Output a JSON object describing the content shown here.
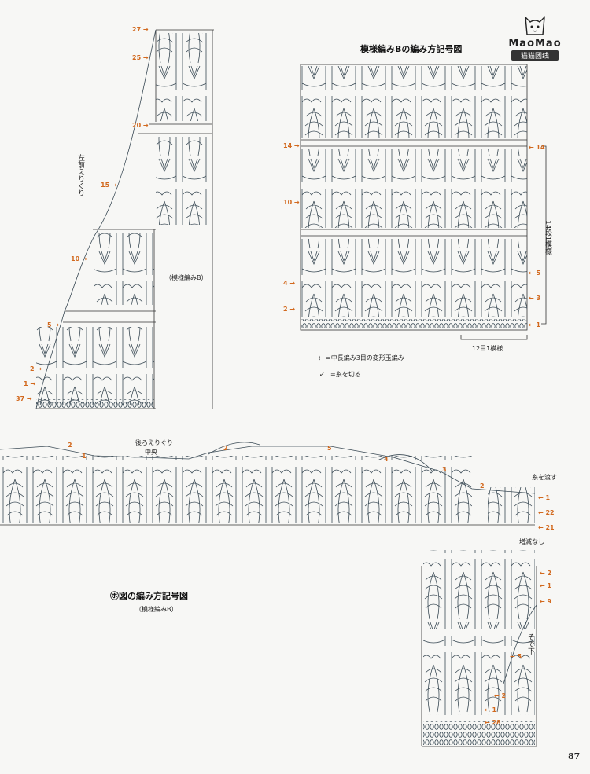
{
  "logo": {
    "text": "MaoMao",
    "sub": "猫猫团线",
    "icon": "cat-face-icon"
  },
  "page_number": "87",
  "panel_a": {
    "side_label": "左前えりぐり",
    "pattern_note": "（模様編みB）",
    "rows": [
      "27",
      "25",
      "20",
      "15",
      "10",
      "5",
      "2",
      "1",
      "37"
    ]
  },
  "panel_b": {
    "title": "模様編みBの編み方記号図",
    "left_rows": [
      "14",
      "10",
      "4",
      "2"
    ],
    "right_rows": [
      "14",
      "5",
      "3",
      "1"
    ],
    "repeat_rows": "14段1模様",
    "repeat_stitches": "12目1模様",
    "legend": [
      {
        "icon": "bobble-stitch-icon",
        "text": "=中長編み3目の変形玉編み"
      },
      {
        "icon": "cut-yarn-icon",
        "text": "=糸を切る"
      }
    ]
  },
  "panel_c": {
    "title": "㋭図の編み方記号図",
    "subtitle": "（模様編みB）",
    "neck_label": "後ろえりぐり",
    "center_label": "中央",
    "top_marks": [
      "2",
      "1",
      "2",
      "5",
      "4",
      "3",
      "2"
    ],
    "join_label": "糸を渡す",
    "right_marks": [
      "1",
      "22",
      "21"
    ],
    "no_change": "増減なし",
    "lower_right_marks": [
      "2",
      "1",
      "9"
    ],
    "straight_label": "そで下",
    "bottom_marks": [
      "5",
      "2",
      "1",
      "28"
    ]
  }
}
